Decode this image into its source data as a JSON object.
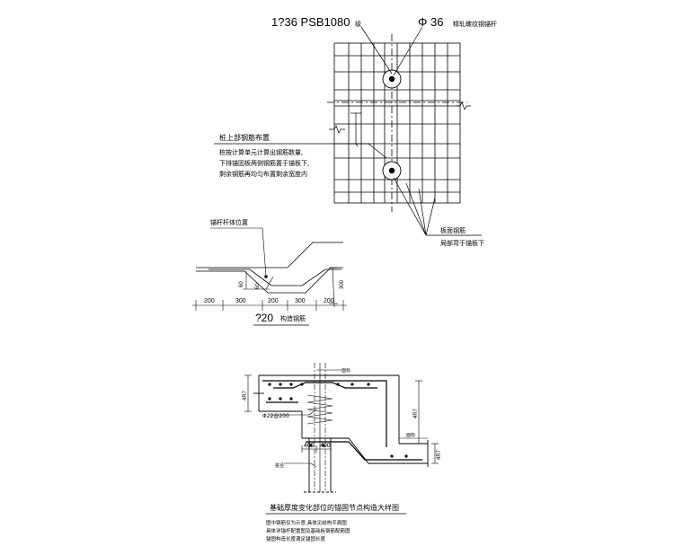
{
  "top_detail": {
    "anchor_label": "1?36 PSB1080",
    "anchor_suffix": "级",
    "bar_label": "Φ 36",
    "bar_label_suffix": "精轧螺纹钢锚杆",
    "pile_title": "桩上部钢筋布置",
    "pile_notes": [
      "桩按计算单元计算出钢筋数量,",
      "下排锚固板两侧钢筋置于锚板下,",
      "剩余钢筋再均匀布置剩余宽度内"
    ],
    "slab_title": "板面钢筋",
    "slab_note": "局部弯于锚板下"
  },
  "trench_detail": {
    "anchor_pos_label": "锚杆杆体位置",
    "dims": [
      "200",
      "300",
      "200",
      "300",
      "200"
    ],
    "dim_small_1": "60",
    "dim_small_2": "60",
    "dim_right": "300",
    "title_num": "?20",
    "title_text": "构造钢筋"
  },
  "section_detail": {
    "top_label": "面标",
    "left_dim": "4R7",
    "rebar_label": "Φ22@200",
    "mid_dim": "4R7",
    "right_dim": "4R7",
    "right_label": "面标",
    "bottom_dims": [
      "400",
      "400"
    ],
    "pile_label": "桩径",
    "title": "基础厚度变化部位的锚固节点构造大样图",
    "notes": [
      "图中钢筋仅为示意,具体见结构平面图",
      "具体详锚杆配置图及基础板钢筋配筋图",
      "锚固构造长度满足锚固长度"
    ]
  }
}
